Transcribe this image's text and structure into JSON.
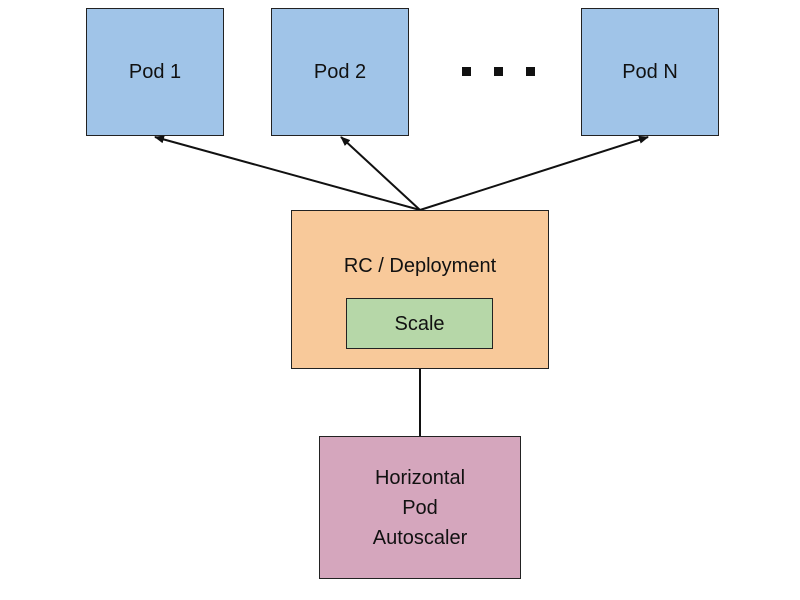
{
  "diagram": {
    "pods": [
      {
        "label": "Pod 1"
      },
      {
        "label": "Pod 2"
      },
      {
        "label": "Pod N"
      }
    ],
    "ellipsis": "...",
    "controller": {
      "label": "RC / Deployment"
    },
    "scale": {
      "label": "Scale"
    },
    "autoscaler": {
      "lines": [
        "Horizontal",
        "Pod",
        "Autoscaler"
      ]
    },
    "colors": {
      "pod": "#a0c4e8",
      "controller": "#f8c99a",
      "scale": "#b6d7a8",
      "autoscaler": "#d5a6bd"
    },
    "edges": [
      {
        "from": "controller",
        "to": "Pod 1"
      },
      {
        "from": "controller",
        "to": "Pod 2"
      },
      {
        "from": "controller",
        "to": "Pod N"
      },
      {
        "from": "autoscaler",
        "to": "scale"
      }
    ]
  }
}
